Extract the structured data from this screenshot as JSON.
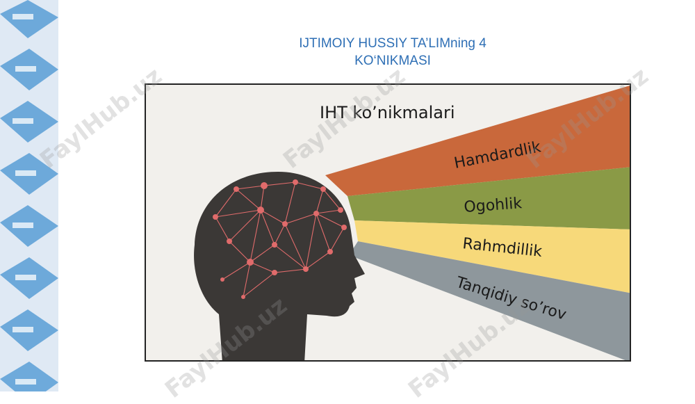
{
  "slide": {
    "title_line1": "IJTIMOIY HUSSIY TA’LIMning 4",
    "title_line2": "KO‘NIKMASI"
  },
  "figure": {
    "heading": "IHT ko’nikmalari",
    "skills": [
      {
        "label": "Hamdardlik",
        "color": "#c9683b"
      },
      {
        "label": "Ogohlik",
        "color": "#8a9a46"
      },
      {
        "label": "Rahmdillik",
        "color": "#f7d97a"
      },
      {
        "label": "Tanqidiy so’rov",
        "color": "#8e979c"
      }
    ],
    "head_color": "#3b3836",
    "network_color": "#e06b6b"
  },
  "watermark": {
    "text": "FaylHub.uz"
  }
}
